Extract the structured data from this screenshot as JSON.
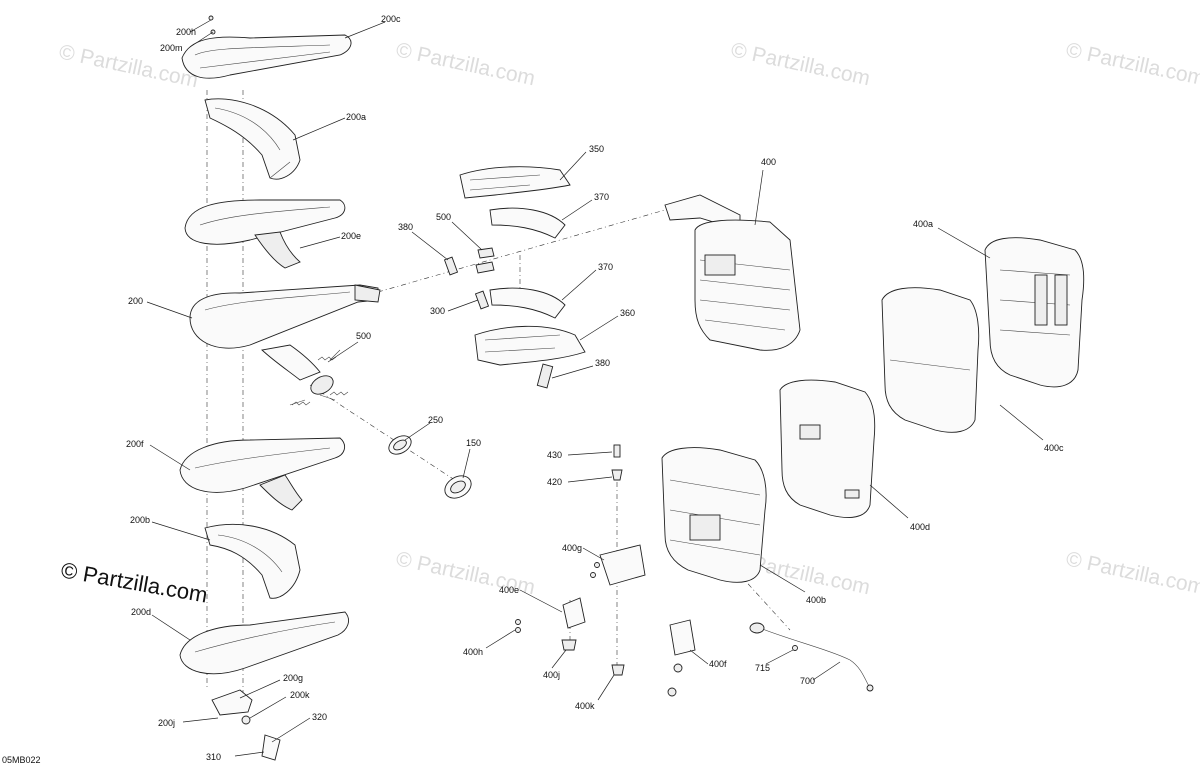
{
  "watermark_text": "© Partzilla.com",
  "brand_text": "© Partzilla.com",
  "drawing_code": "05MB022",
  "callouts": {
    "l200h": "200h",
    "l200m": "200m",
    "l200c": "200c",
    "l200a": "200a",
    "l200e": "200e",
    "l200": "200",
    "l200f": "200f",
    "l200b": "200b",
    "l200d": "200d",
    "l200g": "200g",
    "l200k": "200k",
    "l200j": "200j",
    "l320": "320",
    "l310": "310",
    "l350": "350",
    "l370a": "370",
    "l380a": "380",
    "l500a": "500",
    "l300": "300",
    "l370b": "370",
    "l360": "360",
    "l380b": "380",
    "l500b": "500",
    "l250": "250",
    "l150": "150",
    "l400": "400",
    "l400a": "400a",
    "l400c": "400c",
    "l400d": "400d",
    "l400b": "400b",
    "l430": "430",
    "l420": "420",
    "l400g": "400g",
    "l400e": "400e",
    "l400h": "400h",
    "l400j": "400j",
    "l400k": "400k",
    "l400f": "400f",
    "l715": "715",
    "l700": "700"
  }
}
